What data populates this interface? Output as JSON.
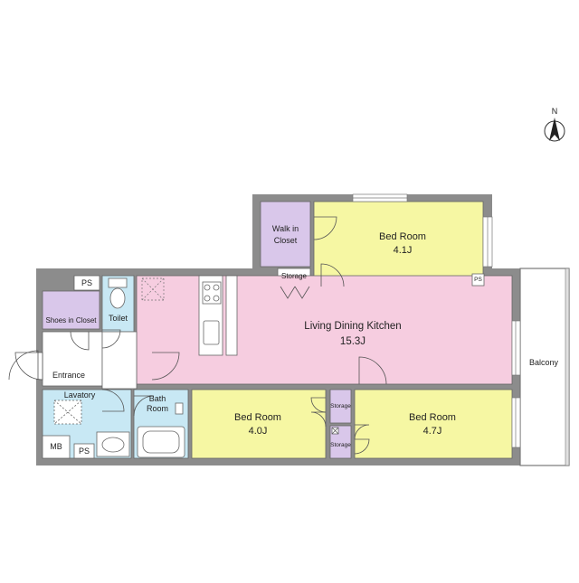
{
  "rooms": {
    "bedroom_top": {
      "name": "Bed Room",
      "size": "4.1J"
    },
    "walk_in_closet": {
      "line1": "Walk in",
      "line2": "Closet"
    },
    "storage_top": "Storage",
    "ldk": {
      "name": "Living Dining Kitchen",
      "size": "15.3J"
    },
    "ps_top": "PS",
    "ps_right": "PS",
    "ps_bottom": "PS",
    "shoes_closet": "Shoes in Closet",
    "toilet": "Toilet",
    "entrance": "Entrance",
    "lavatory": "Lavatory",
    "bath_room": {
      "line1": "Bath",
      "line2": "Room"
    },
    "bedroom_left": {
      "name": "Bed Room",
      "size": "4.0J"
    },
    "bedroom_right": {
      "name": "Bed Room",
      "size": "4.7J"
    },
    "storage_small_1": "Storage",
    "storage_small_2": "Storage",
    "mb": "MB",
    "balcony": "Balcony"
  },
  "compass": {
    "label": "N"
  },
  "colors": {
    "wall": "#8c8c8c",
    "bedroom": "#f6f7a3",
    "ldk": "#f6cde0",
    "closet": "#d9c7ea",
    "wet": "#c8e8f4",
    "floor": "#ffffff"
  }
}
